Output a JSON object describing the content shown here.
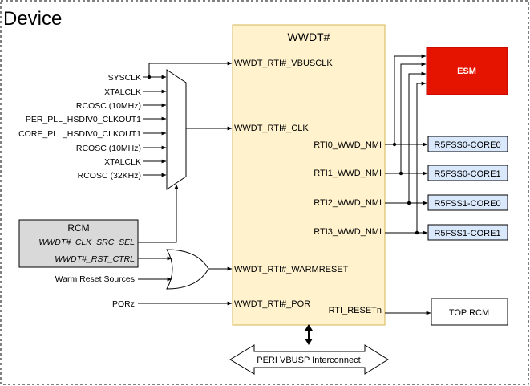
{
  "device_label": "Device",
  "wwdt": {
    "title": "WWDT#",
    "ports_in": [
      "WWDT_RTI#_VBUSCLK",
      "WWDT_RTI#_CLK",
      "WWDT_RTI#_WARMRESET",
      "WWDT_RTI#_POR"
    ],
    "ports_out": [
      "RTI0_WWD_NMI",
      "RTI1_WWD_NMI",
      "RTI2_WWD_NMI",
      "RTI3_WWD_NMI",
      "RTI_RESETn"
    ]
  },
  "mux_inputs": [
    "SYSCLK",
    "XTALCLK",
    "RCOSC (10MHz)",
    "PER_PLL_HSDIV0_CLKOUT1",
    "CORE_PLL_HSDIV0_CLKOUT1",
    "RCOSC (10MHz)",
    "XTALCLK",
    "RCOSC (32KHz)"
  ],
  "rcm": {
    "title": "RCM",
    "items": [
      "WWDT#_CLK_SRC_SEL",
      "WWDT#_RST_CTRL"
    ]
  },
  "warm_reset_sources": "Warm Reset Sources",
  "porz": "PORz",
  "esm": "ESM",
  "cores": [
    "R5FSS0-CORE0",
    "R5FSS0-CORE1",
    "R5FSS1-CORE0",
    "R5FSS1-CORE1"
  ],
  "top_rcm": "TOP RCM",
  "interconnect": "PERI VBUSP Interconnect",
  "colors": {
    "wwdt_fill": "#fff2cc",
    "wwdt_stroke": "#d6b656",
    "esm_fill": "#e51400",
    "core_fill": "#dae8fc",
    "rcm_fill": "#d9d9d9"
  }
}
